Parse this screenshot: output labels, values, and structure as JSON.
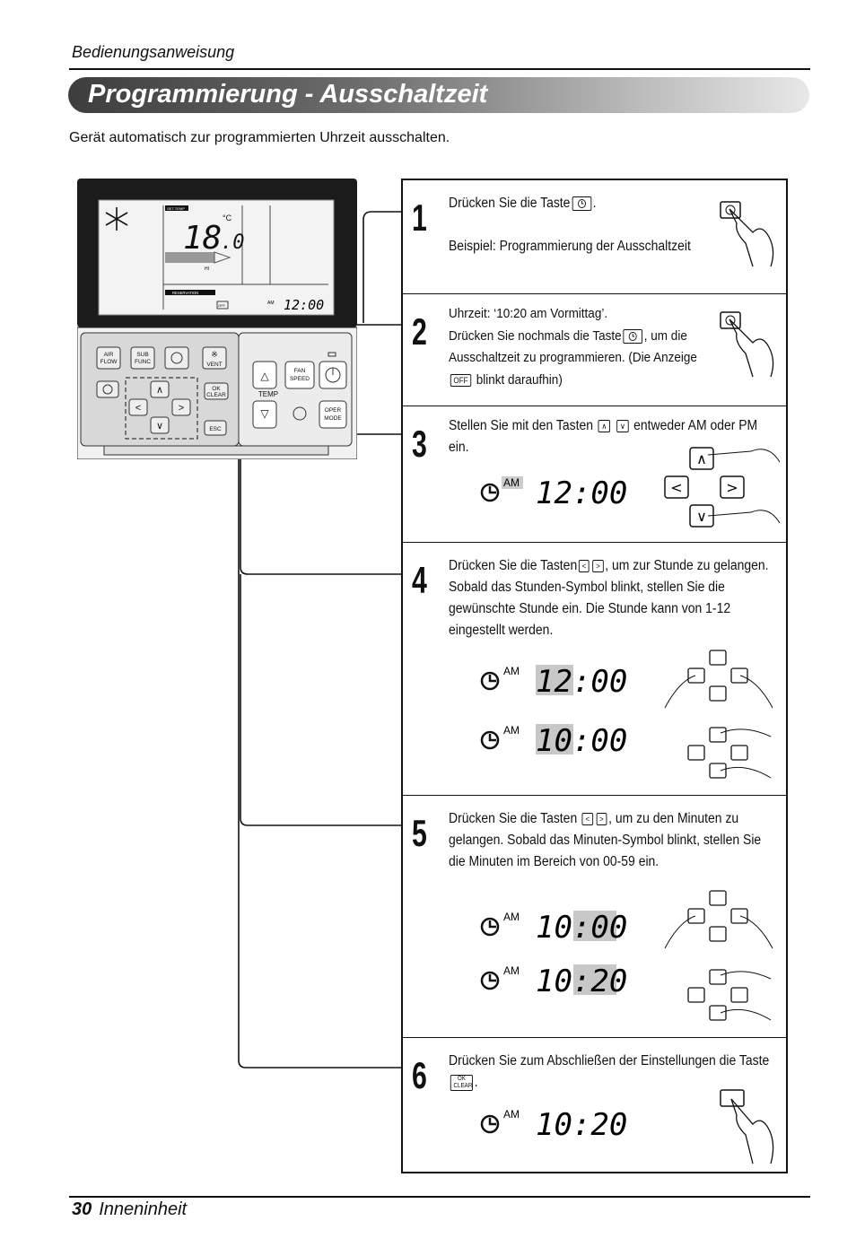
{
  "header": {
    "doc_label": "Bedienungsanweisung",
    "title": "Programmierung - Ausschaltzeit"
  },
  "intro": "Gerät automatisch zur programmierten Uhrzeit ausschalten.",
  "remote": {
    "set_temp": "SET TEMP",
    "temp_value": "18.0",
    "unit": "°C",
    "hi_label": "HI",
    "reservation": "RESERVATION",
    "off_label": "OFF",
    "am": "AM",
    "clock": "12:00",
    "buttons": {
      "air_flow": "AIR FLOW",
      "sub_func": "SUB FUNC",
      "vent": "VENT",
      "ok_clear": "OK CLEAR",
      "esc": "ESC",
      "fan_speed": "FAN SPEED",
      "temp": "TEMP",
      "oper_mode": "OPER MODE"
    }
  },
  "steps": [
    {
      "num": "1",
      "text_a": "Drücken Sie die Taste",
      "text_b": ".",
      "text_c": "Beispiel: Programmierung der Ausschaltzeit"
    },
    {
      "num": "2",
      "line1": "Uhrzeit: ‘10:20 am Vormittag’.",
      "line2a": "Drücken Sie nochmals die Taste",
      "line2b": ", um die",
      "line3": "Ausschaltzeit zu programmieren. (Die Anzeige",
      "off": "OFF",
      "line4": "blinkt daraufhin)"
    },
    {
      "num": "3",
      "a": "Stellen Sie mit den Tasten",
      "b": "entweder AM oder PM",
      "c": "ein.",
      "am": "AM",
      "time": "12:00"
    },
    {
      "num": "4",
      "a": "Drücken Sie die Tasten",
      "b": ", um zur Stunde zu",
      "rest": "gelangen. Sobald das Stunden-Symbol blinkt, stellen Sie die gewünschte Stunde ein. Die Stunde kann von 1-12 eingestellt werden.",
      "am1": "AM",
      "time1": "12:00",
      "am2": "AM",
      "time2": "10:00"
    },
    {
      "num": "5",
      "a": "Drücken Sie die Tasten",
      "b": ", um zu den Minuten zu",
      "rest": "gelangen. Sobald das Minuten-Symbol blinkt, stellen Sie die Minuten im Bereich von 00-59 ein.",
      "am1": "AM",
      "time1": "10:00",
      "am2": "AM",
      "time2": "10:20"
    },
    {
      "num": "6",
      "a": "Drücken Sie zum Abschließen der Einstellungen die Taste",
      "b": ".",
      "ok": "OK CLEAR",
      "am": "AM",
      "time": "10:20"
    }
  ],
  "footer": {
    "page": "30",
    "section": "Inneninheit"
  }
}
